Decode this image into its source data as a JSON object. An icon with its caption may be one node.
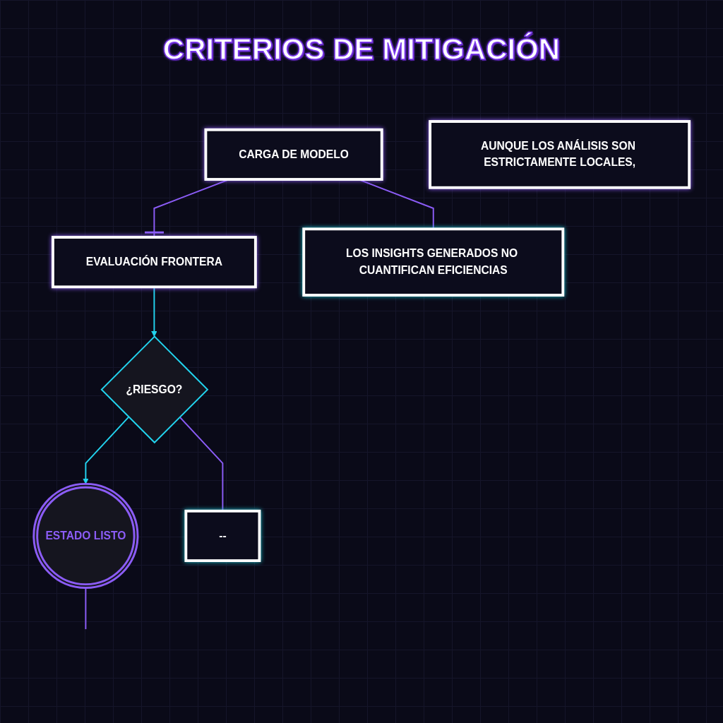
{
  "diagram": {
    "title": "CRITERIOS DE MITIGACIÓN",
    "nodes": [
      {
        "text": [
          "CARGA DE MODELO"
        ]
      },
      {
        "text": [
          "EVALUACIÓN FRONTERA"
        ]
      },
      {
        "text": [
          "¿RIESGO?"
        ]
      },
      {
        "text": [
          "ESTADO LISTO"
        ]
      },
      {
        "text": [
          "LOS INSIGHTS GENERADOS NO CUANTIFICAN EFICIENCIAS"
        ]
      },
      {
        "text": [
          "AUNQUE LOS ANÁLISIS SON ESTRICTAMENTE LOCALES,"
        ]
      },
      {
        "text": [
          "--"
        ]
      }
    ],
    "edges": [
      {
        "from": 0,
        "to": 1,
        "arrow": "other"
      },
      {
        "from": 1,
        "to": 2,
        "arrow": "to",
        "color": "#22d3ee"
      },
      {
        "from": 2,
        "to": 3,
        "arrow": "to",
        "color": "#22d3ee"
      },
      {
        "from": 0,
        "to": 4,
        "arrow": "none"
      },
      {
        "from": 2,
        "to": 6,
        "arrow": "none"
      },
      {
        "from": 3,
        "to": null,
        "arrow": "none"
      }
    ]
  }
}
